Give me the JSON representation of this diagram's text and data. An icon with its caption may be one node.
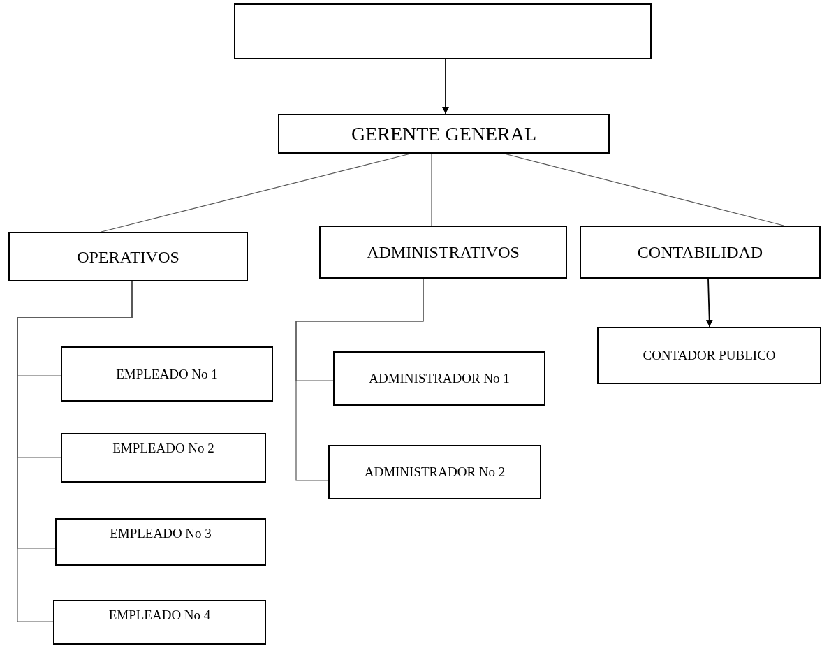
{
  "diagram": {
    "nodes": [
      {
        "text": [],
        "shape": "box"
      },
      {
        "text": [
          "GERENTE GENERAL"
        ]
      },
      {
        "text": [
          "OPERATIVOS"
        ]
      },
      {
        "text": [
          "ADMINISTRATIVOS"
        ]
      },
      {
        "text": [
          "CONTABILIDAD"
        ]
      },
      {
        "text": [
          "EMPLEADO No 1"
        ]
      },
      {
        "text": [
          "EMPLEADO No 2"
        ]
      },
      {
        "text": [
          "EMPLEADO No 3"
        ]
      },
      {
        "text": [
          "EMPLEADO No 4"
        ]
      },
      {
        "text": [
          "ADMINISTRADOR No 1"
        ]
      },
      {
        "text": [
          "ADMINISTRADOR No 2"
        ]
      },
      {
        "text": [
          "CONTADOR PUBLICO"
        ]
      }
    ],
    "edges": [
      {
        "from": 0,
        "to": 1,
        "arrow": "to"
      },
      {
        "from": 1,
        "to": 2,
        "arrow": "none"
      },
      {
        "from": 1,
        "to": 3,
        "arrow": "none"
      },
      {
        "from": 1,
        "to": 4,
        "arrow": "none"
      },
      {
        "from": 4,
        "to": 11,
        "arrow": "to"
      },
      {
        "from": 2,
        "to": 5,
        "arrow": "none"
      },
      {
        "from": 2,
        "to": 6,
        "arrow": "none"
      },
      {
        "from": 2,
        "to": 7,
        "arrow": "none"
      },
      {
        "from": 2,
        "to": 8,
        "arrow": "none"
      },
      {
        "from": 3,
        "to": 9,
        "arrow": "none"
      },
      {
        "from": 3,
        "to": 10,
        "arrow": "none"
      }
    ]
  }
}
